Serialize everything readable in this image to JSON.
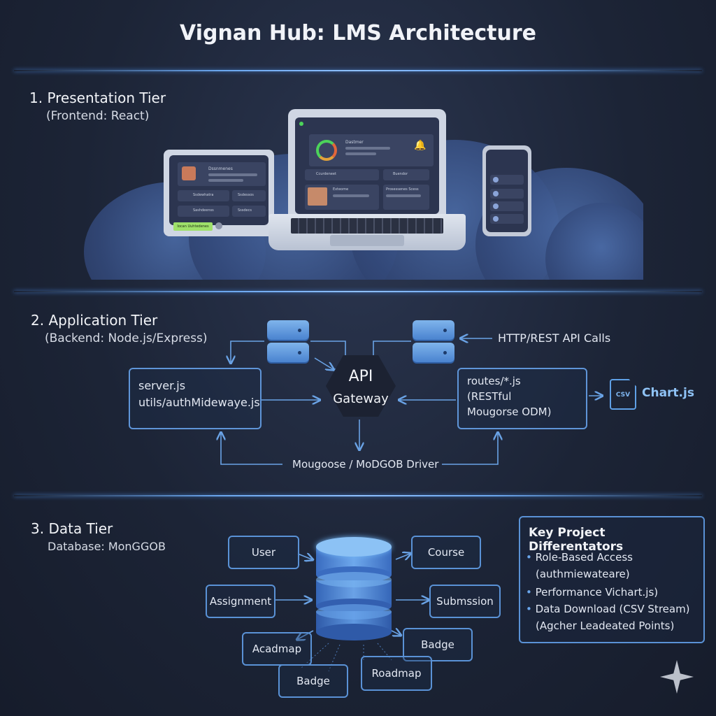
{
  "title": "Vignan Hub: LMS Architecture",
  "tiers": [
    {
      "title": "1. Presentation Tier",
      "subtitle": "(Frontend: React)"
    },
    {
      "title": "2. Application Tier",
      "subtitle": "(Backend: Node.js/Express)"
    },
    {
      "title": "3. Data Tier",
      "subtitle": "Database: MonGGOB"
    }
  ],
  "devices": {
    "tablet_items": [
      "Dssnmenes",
      "Ssdewhatra",
      "Ssdessos",
      "Sashdeenss",
      "Sssdecs"
    ],
    "tablet_button": "Iocan Uuhtedenes",
    "laptop_items": [
      "Dastmer",
      "Ccurdeneet",
      "Buendor",
      "Exteome",
      "Prosessenes Scess"
    ]
  },
  "application": {
    "left_box": [
      "server.js",
      "utils/authMidewaye.js"
    ],
    "gateway": [
      "API",
      "Gateway"
    ],
    "right_box": [
      "routes/*.js",
      "(RESTful",
      "Mougorse ODM)"
    ],
    "http_label": "HTTP/REST API Calls",
    "driver_label": "Mougoose / MoDGOB Driver",
    "chartjs_label": "Chart.js",
    "csv_label": "CSV"
  },
  "data": {
    "entities": [
      "User",
      "Course",
      "Assignment",
      "Submssion",
      "Acadmap",
      "Badge",
      "Roadmap",
      "Badge"
    ]
  },
  "differentiators": {
    "title": "Key Project Differentators",
    "items": [
      "Role-Based Access",
      "(authmiewateare)",
      "Performance Vichart.js)",
      "Data Download (CSV Stream)",
      "(Agcher Leadeated Points)"
    ]
  },
  "colors": {
    "accent": "#5f95d8",
    "background": "#1c2436",
    "green": "#4cd35a"
  }
}
